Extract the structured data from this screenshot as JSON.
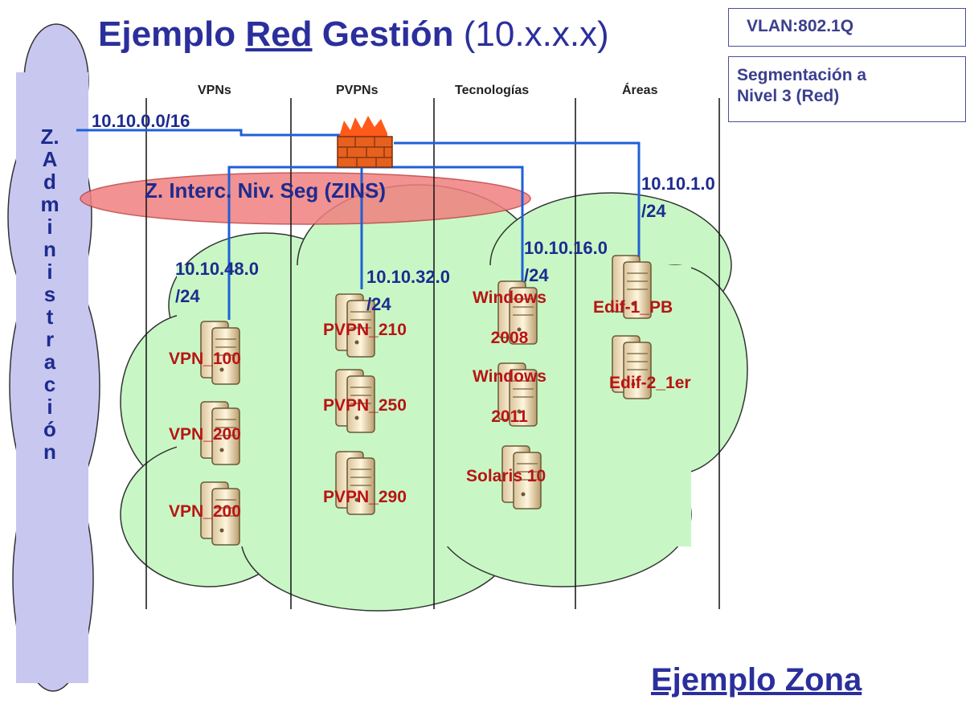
{
  "title": {
    "prefix": "Ejemplo",
    "underlined": "Red",
    "main": "Gestión",
    "range": "(10.x.x.x)"
  },
  "vlan_box": "VLAN:802.1Q",
  "segmentation_box": " Segmentación a\nNivel 3 (Red)",
  "columns": [
    "VPNs",
    "PVPNs",
    "Tecnologías",
    "Áreas"
  ],
  "admin_zone": [
    "Z.",
    "A",
    "d",
    "m",
    "i",
    "n",
    "i",
    "s",
    "t",
    "r",
    "a",
    "c",
    "i",
    "ó",
    "n"
  ],
  "zins_label": "Z. Interc. Niv. Seg (ZINS)",
  "networks": {
    "admin": "10.10.0.0/16",
    "vpn": "10.10.48.0\n/24",
    "pvpn": "10.10.32.0\n /24",
    "tech": "10.10.16.0\n /24",
    "areas": "10.10.1.0\n /24"
  },
  "servers": {
    "vpn_1": "VPN_100",
    "vpn_2": "VPN_200",
    "vpn_3": "VPN_200",
    "pvpn_1": "PVPN_210",
    "pvpn_2": "PVPN_250",
    "pvpn_3": "PVPN_290",
    "tech_1": "Windows\n2008",
    "tech_2": "Windows\n2011",
    "tech_3": "Solaris 10",
    "area_1": "Edif-1_PB",
    "area_2": "Edif-2_1er"
  },
  "footer": "Ejemplo Zona",
  "colors": {
    "cloud_green": "#c8f7c5",
    "admin_cloud": "#c7c7f0",
    "zins_ellipse": "#f08080",
    "link_blue": "#1f5fd6",
    "server_label": "#b81414"
  },
  "icons": [
    "firewall-icon",
    "server-icon"
  ]
}
